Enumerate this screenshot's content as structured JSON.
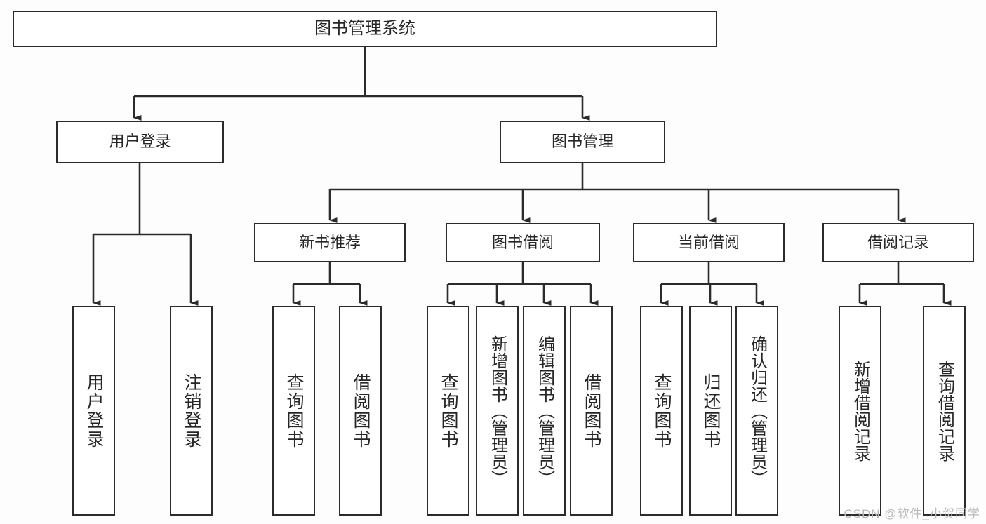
{
  "diagram": {
    "type": "tree-hierarchy",
    "title": "图书管理系统",
    "root": {
      "id": "root",
      "label": "图书管理系统"
    },
    "level2": [
      {
        "id": "login",
        "label": "用户登录"
      },
      {
        "id": "books",
        "label": "图书管理"
      }
    ],
    "level3": [
      {
        "id": "newrec",
        "label": "新书推荐",
        "parent": "books"
      },
      {
        "id": "borrow",
        "label": "图书借阅",
        "parent": "books"
      },
      {
        "id": "current",
        "label": "当前借阅",
        "parent": "books"
      },
      {
        "id": "history",
        "label": "借阅记录",
        "parent": "books"
      }
    ],
    "leaves": {
      "login": [
        {
          "id": "a1",
          "label": "用户登录"
        },
        {
          "id": "a2",
          "label": "注销登录"
        }
      ],
      "newrec": [
        {
          "id": "b1",
          "label": "查询图书"
        },
        {
          "id": "b2",
          "label": "借阅图书"
        }
      ],
      "borrow": [
        {
          "id": "c1",
          "label": "查询图书"
        },
        {
          "id": "c2",
          "label": "新增图书（管理员）"
        },
        {
          "id": "c3",
          "label": "编辑图书（管理员）"
        },
        {
          "id": "c4",
          "label": "借阅图书"
        }
      ],
      "current": [
        {
          "id": "d1",
          "label": "查询图书"
        },
        {
          "id": "d2",
          "label": "归还图书"
        },
        {
          "id": "d3",
          "label": "确认归还（管理员）"
        }
      ],
      "history": [
        {
          "id": "e1",
          "label": "新增借阅记录"
        },
        {
          "id": "e2",
          "label": "查询借阅记录"
        }
      ]
    },
    "colors": {
      "background": "#fdfdfd",
      "box_fill": "#ffffff",
      "stroke": "#2b2b2b",
      "text": "#262626",
      "watermark": "#b9b9b9"
    }
  },
  "watermark": {
    "text": "CSDN @软件_小贺同学"
  }
}
